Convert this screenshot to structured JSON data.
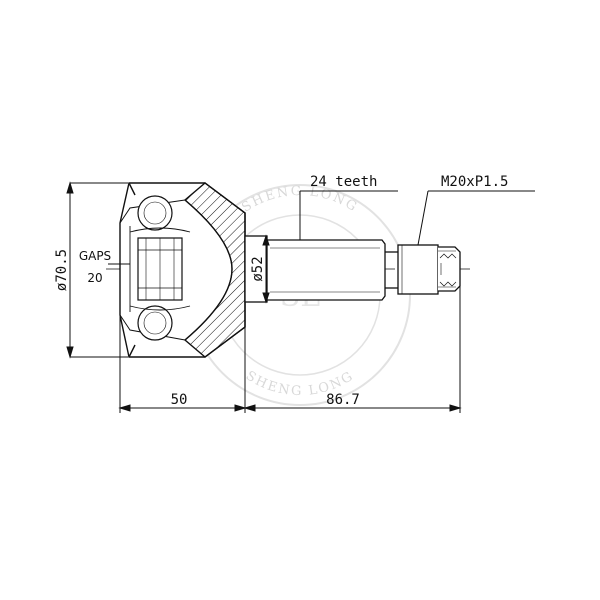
{
  "labels": {
    "teeth": "24 teeth",
    "thread": "M20xP1.5",
    "outer_diameter": "ø70.5",
    "inner_diameter": "ø52",
    "gaps_title": "GAPS",
    "gaps_value": "20",
    "length_housing": "50",
    "length_shaft": "86.7"
  },
  "watermark": {
    "top_text": "SHENG LONG",
    "bottom_text": "SHENG LONG",
    "monogram": "SL"
  }
}
